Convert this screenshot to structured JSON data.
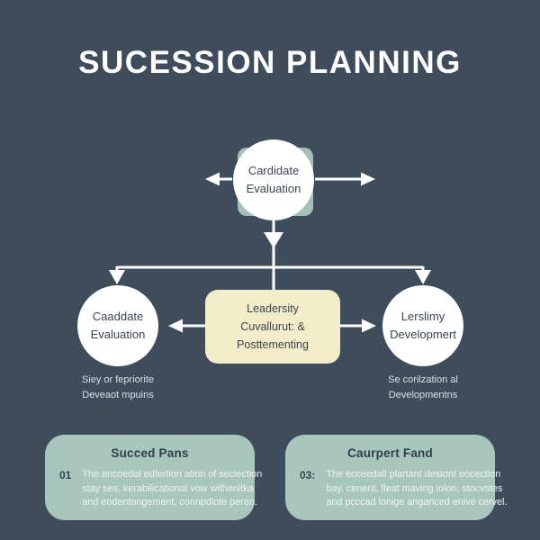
{
  "title": "SUCESSION PLANNING",
  "colors": {
    "background": "#3f4c5b",
    "node_fill": "#ffffff",
    "sage_backdrop": "#a3c1b8",
    "sage_card": "#a9c6bd",
    "cream_box": "#f2ecc9",
    "dark_text": "#3b4450",
    "caption_text": "#d8e0e4",
    "card_body_text": "#eef4f1"
  },
  "flow": {
    "top_node": {
      "line1": "Cardidate",
      "line2": "Evaluation"
    },
    "left_node": {
      "line1": "Caaddate",
      "line2": "Evaluation"
    },
    "center_node": {
      "line1": "Leadersity",
      "line2": "Cuvallurut: &",
      "line3": "Posttementing"
    },
    "right_node": {
      "line1": "Lerslimy",
      "line2": "Developmert"
    },
    "left_caption": {
      "line1": "Siey or fepriorite",
      "line2": "Deveaot mpuins"
    },
    "right_caption": {
      "line1": "Se corilzation al",
      "line2": "Developmentns"
    }
  },
  "cards": [
    {
      "title": "Succed Pans",
      "number": "01",
      "body_lines": [
        "The encoedal edfertion ation of seciection",
        "stay ses, kerabilicational vow withenitka",
        "and eodentongement, connpdlote peren."
      ]
    },
    {
      "title": "Caurpert Fand",
      "number": "03:",
      "body_lines": [
        "The ecceedall plartant destont eocection",
        "bay, cenent, lfeat maving iolon, stocvstes",
        "and pcccad lonige angariced enive cervel."
      ]
    }
  ]
}
